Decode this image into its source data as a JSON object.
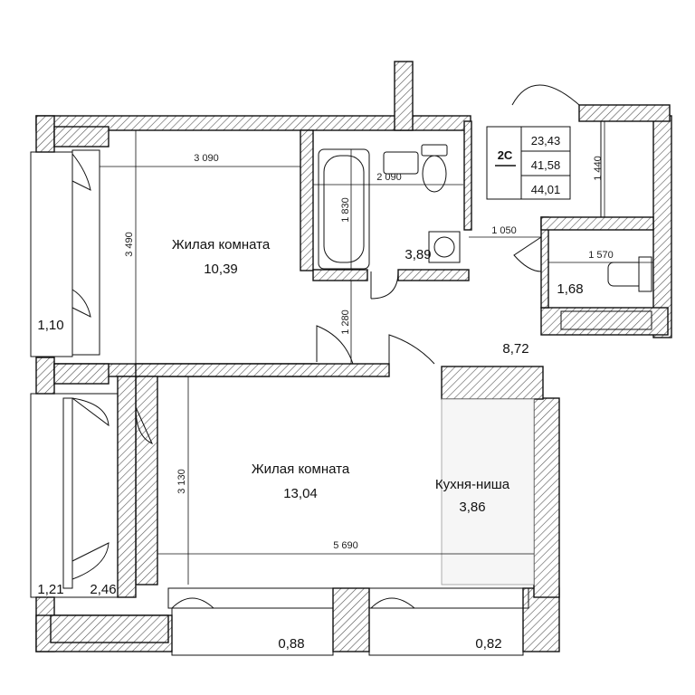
{
  "badge": {
    "type": "2С",
    "living_area": "23,43",
    "total_area": "41,58",
    "total_with_balcony": "44,01"
  },
  "rooms": {
    "living1": {
      "name": "Жилая комната",
      "area": "10,39"
    },
    "living2": {
      "name": "Жилая комната",
      "area": "13,04"
    },
    "kitchen": {
      "name": "Кухня-ниша",
      "area": "3,86"
    },
    "bathroom": {
      "area": "3,89"
    },
    "wc": {
      "area": "1,68"
    },
    "hall": {
      "area": "8,72"
    },
    "loggia_left_top": {
      "area": "1,10"
    },
    "loggia_left_bottom": {
      "area": "1,21"
    },
    "loggia_left_bottom_inner": {
      "area": "2,46"
    },
    "balcony_bottom_left": {
      "area": "0,88"
    },
    "balcony_bottom_right": {
      "area": "0,82"
    }
  },
  "dimensions": {
    "d3090": "3 090",
    "d3490": "3 490",
    "d2090": "2 090",
    "d1830": "1 830",
    "d1050": "1 050",
    "d1570": "1 570",
    "d1440": "1 440",
    "d1280": "1 280",
    "d3130": "3 130",
    "d5690": "5 690"
  }
}
